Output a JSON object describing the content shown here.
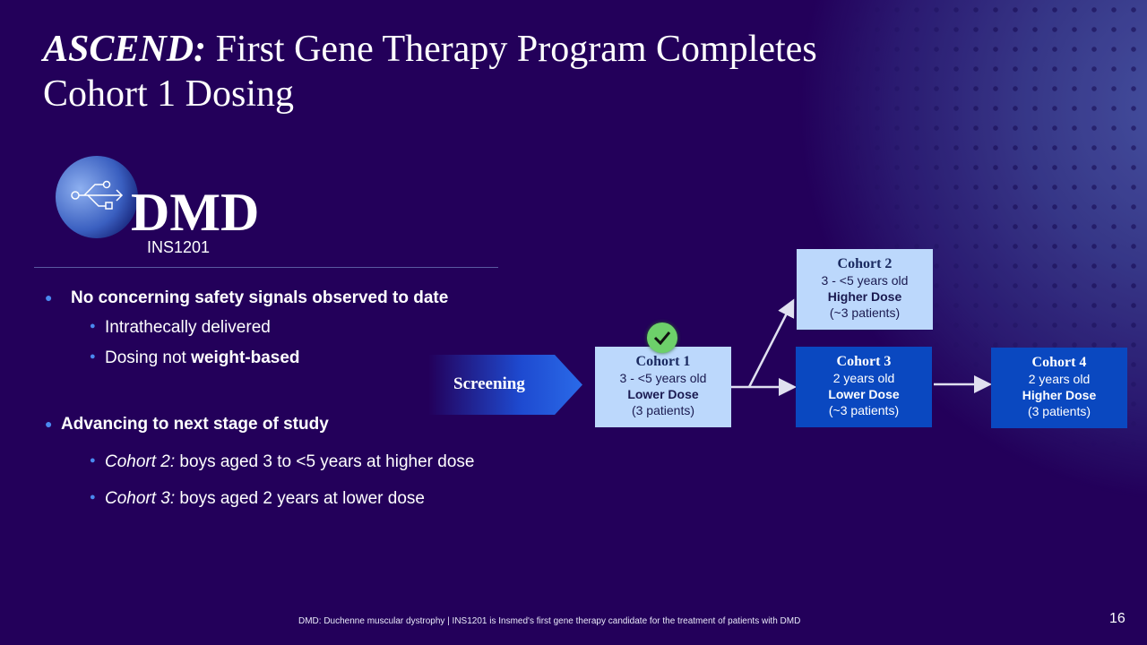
{
  "title": {
    "emph": "ASCEND:",
    "rest": " First Gene Therapy Program Completes",
    "line2": "Cohort 1 Dosing"
  },
  "program": {
    "name": "DMD",
    "code": "INS1201",
    "icon": "usb-branch-icon"
  },
  "bullets": {
    "b1": "No concerning safety signals observed to date",
    "b1a": "Intrathecally delivered",
    "b1b_plain": "Dosing not ",
    "b1b_bold": "weight-based",
    "b2": "Advancing to next stage of study",
    "b2a_em": "Cohort 2:",
    "b2a_rest": " boys aged 3 to <5 years at higher dose",
    "b2b_em": "Cohort 3:",
    "b2b_rest": " boys aged 2 years at lower dose"
  },
  "flow": {
    "screening": "Screening",
    "cohorts": [
      {
        "name": "Cohort 1",
        "age": "3 - <5 years old",
        "dose": "Lower Dose",
        "patients": "(3 patients)",
        "status": "completed"
      },
      {
        "name": "Cohort 2",
        "age": "3 - <5 years old",
        "dose": "Higher Dose",
        "patients": "(~3 patients)"
      },
      {
        "name": "Cohort 3",
        "age": "2 years old",
        "dose": "Lower Dose",
        "patients": "(~3 patients)"
      },
      {
        "name": "Cohort 4",
        "age": "2 years old",
        "dose": "Higher Dose",
        "patients": "(3 patients)"
      }
    ]
  },
  "footer": {
    "note": "DMD: Duchenne muscular dystrophy | INS1201 is Insmed's first gene therapy candidate for the treatment of patients with DMD",
    "page": "16"
  },
  "colors": {
    "background": "#23005a",
    "light_box": "#bcd8fc",
    "dark_box": "#0a48c0",
    "check": "#6dd06a"
  }
}
